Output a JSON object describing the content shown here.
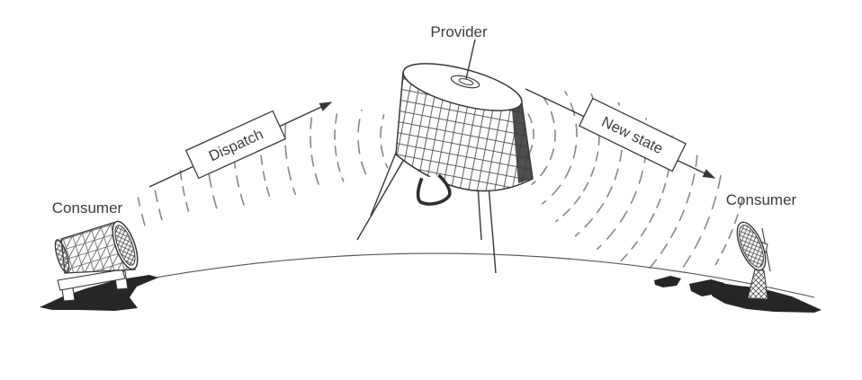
{
  "labels": {
    "provider": "Provider",
    "consumer_left": "Consumer",
    "consumer_right": "Consumer"
  },
  "flow_labels": {
    "dispatch": "Dispatch",
    "new_state": "New state"
  },
  "colors": {
    "background": "#ffffff",
    "line": "#373737",
    "wave": "#878787",
    "ground": "#262626",
    "text": "#3d3d3d",
    "box_fill": "#ffffff",
    "box_border": "#3a3a3a"
  }
}
